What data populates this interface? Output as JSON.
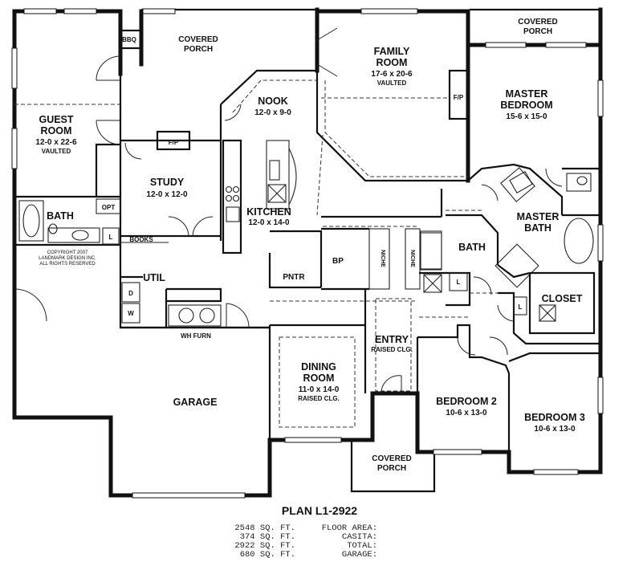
{
  "rooms": {
    "guest_room": {
      "name_l1": "GUEST",
      "name_l2": "ROOM",
      "dims": "12-0 x 22-6",
      "note": "VAULTED"
    },
    "covered_porch_rear": {
      "name_l1": "COVERED",
      "name_l2": "PORCH"
    },
    "covered_porch_master": {
      "name_l1": "COVERED",
      "name_l2": "PORCH"
    },
    "covered_porch_front": {
      "name_l1": "COVERED",
      "name_l2": "PORCH"
    },
    "bbq": "BBQ",
    "family_room": {
      "name_l1": "FAMILY",
      "name_l2": "ROOM",
      "dims": "17-6 x 20-6",
      "note": "VAULTED"
    },
    "master_bedroom": {
      "name_l1": "MASTER",
      "name_l2": "BEDROOM",
      "dims": "15-6 x 15-0"
    },
    "nook": {
      "name": "NOOK",
      "dims": "12-0 x 9-0"
    },
    "study": {
      "name": "STUDY",
      "dims": "12-0 x 12-0"
    },
    "kitchen": {
      "name": "KITCHEN",
      "dims": "12-0 x 14-0"
    },
    "master_bath": {
      "name_l1": "MASTER",
      "name_l2": "BATH"
    },
    "bath_guest": "BATH",
    "bath_hall": "BATH",
    "closet": "CLOSET",
    "util": "UTIL",
    "pntr": "PNTR",
    "bp": "BP",
    "entry": {
      "name": "ENTRY",
      "note": "RAISED CLG."
    },
    "dining_room": {
      "name_l1": "DINING",
      "name_l2": "ROOM",
      "dims": "11-0 x 14-0",
      "note": "RAISED CLG."
    },
    "garage": "GARAGE",
    "bedroom2": {
      "name": "BEDROOM 2",
      "dims": "10-6 x 13-0"
    },
    "bedroom3": {
      "name": "BEDROOM 3",
      "dims": "10-6 x 13-0"
    }
  },
  "fixtures": {
    "fireplace_study": "F/P",
    "fireplace_family": "F/P",
    "opt": "OPT",
    "books": "BOOKS",
    "wh_furn": "WH FURN",
    "linen": "L",
    "washer": "W",
    "dryer": "D",
    "niche": "NICHE"
  },
  "copyright": {
    "line1": "COPYRIGHT 2007",
    "line2": "LANDMARK DESIGN INC.",
    "line3": "ALL RIGHTS RESERVED"
  },
  "plan": {
    "title": "PLAN L1-2922",
    "areas": [
      {
        "value": "2548 SQ. FT.",
        "label": "FLOOR AREA:"
      },
      {
        "value": "374 SQ. FT.",
        "label": "CASITA:"
      },
      {
        "value": "2922 SQ. FT.",
        "label": "TOTAL:"
      },
      {
        "value": "680 SQ. FT.",
        "label": "GARAGE:"
      }
    ]
  }
}
